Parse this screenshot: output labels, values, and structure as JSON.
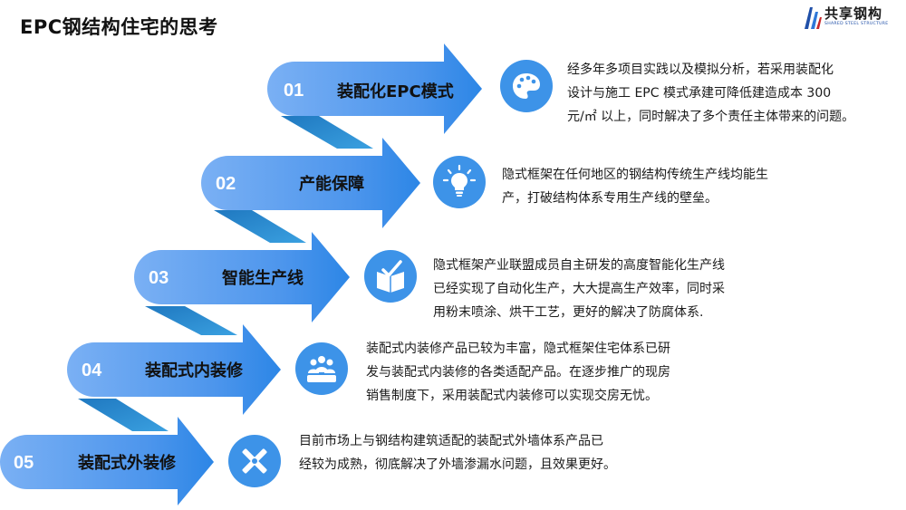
{
  "page": {
    "title": "EPC钢结构住宅的思考"
  },
  "logo": {
    "name": "共享钢构",
    "sub": "SHARED STEEL STRUCTURE"
  },
  "colors": {
    "arrow_light": "#6fa9f2",
    "arrow_mid": "#4f97ec",
    "connector": "#2a83c9",
    "icon_bg": "#3d93e8",
    "arrowhead_cyan": "#2fb5f0"
  },
  "steps": [
    {
      "num": "01",
      "label": "装配化EPC模式",
      "icon": "palette-icon",
      "lines": [
        "经多年多项目实践以及模拟分析，若采用装配化",
        "设计与施工 EPC 模式承建可降低建造成本 300",
        "元/㎡ 以上，同时解决了多个责任主体带来的问题。"
      ]
    },
    {
      "num": "02",
      "label": "产能保障",
      "icon": "lightbulb-icon",
      "lines": [
        "隐式框架在任何地区的钢结构传统生产线均能生",
        "产，打破结构体系专用生产线的壁垒。"
      ]
    },
    {
      "num": "03",
      "label": "智能生产线",
      "icon": "book-check-icon",
      "lines": [
        "隐式框架产业联盟成员自主研发的高度智能化生产线",
        "已经实现了自动化生产，大大提高生产效率，同时采",
        "用粉末喷涂、烘干工艺，更好的解决了防腐体系."
      ]
    },
    {
      "num": "04",
      "label": "装配式内装修",
      "icon": "team-icon",
      "lines": [
        "装配式内装修产品已较为丰富，隐式框架住宅体系已研",
        "发与装配式内装修的各类适配产品。在逐步推广的现房",
        "销售制度下，采用装配式内装修可以实现交房无忧。"
      ]
    },
    {
      "num": "05",
      "label": "装配式外装修",
      "icon": "tools-icon",
      "lines": [
        "目前市场上与钢结构建筑适配的装配式外墙体系产品已",
        "经较为成熟，彻底解决了外墙渗漏水问题，且效果更好。"
      ]
    }
  ]
}
